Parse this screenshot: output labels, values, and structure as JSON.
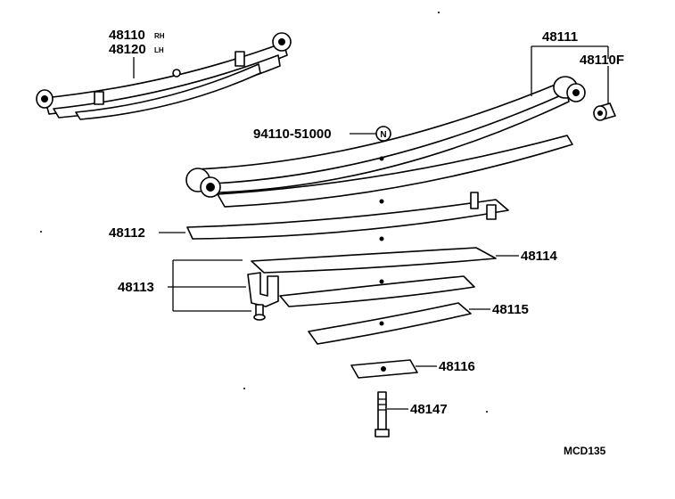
{
  "diagram": {
    "labels": {
      "assy_rh": "48110",
      "assy_rh_suffix": "RH",
      "assy_lh": "48120",
      "assy_lh_suffix": "LH",
      "leaf_no1": "48111",
      "bushing": "48110F",
      "nut": "94110-51000",
      "nut_symbol": "N",
      "leaf_no2": "48112",
      "clip": "48113",
      "leaf_no3": "48114",
      "leaf_no4": "48115",
      "spacer": "48116",
      "center_bolt": "48147",
      "diagram_code": "MCD135"
    }
  }
}
